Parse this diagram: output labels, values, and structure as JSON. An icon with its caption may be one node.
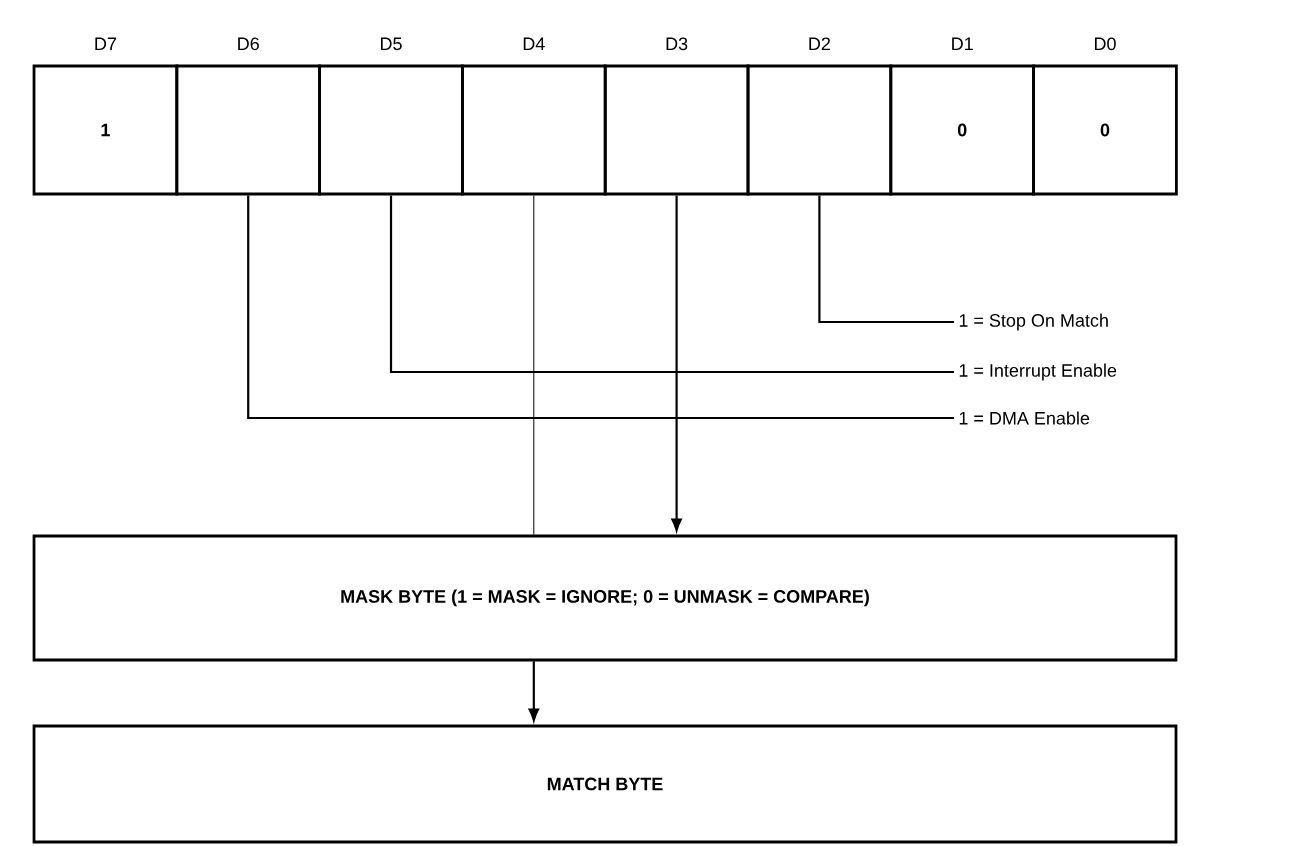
{
  "diagram": {
    "nodes": [
      {
        "text": [
          "D7",
          "1"
        ]
      },
      {
        "text": [
          "D6"
        ]
      },
      {
        "text": [
          "D5"
        ]
      },
      {
        "text": [
          "D4"
        ]
      },
      {
        "text": [
          "D3"
        ]
      },
      {
        "text": [
          "D2"
        ]
      },
      {
        "text": [
          "D1",
          "0"
        ]
      },
      {
        "text": [
          "D0",
          "0"
        ]
      },
      {
        "text": [
          "1 = Stop On Match"
        ]
      },
      {
        "text": [
          "1 = Interrupt Enable"
        ]
      },
      {
        "text": [
          "1 = DMA Enable"
        ]
      },
      {
        "text": [
          "MASK BYTE (1 = MASK = IGNORE; 0 = UNMASK = COMPARE)"
        ]
      },
      {
        "text": [
          "MATCH BYTE"
        ]
      }
    ],
    "edges": [
      {
        "from": 5,
        "to": 8,
        "arrow": "none"
      },
      {
        "from": 2,
        "to": 9,
        "arrow": "none"
      },
      {
        "from": 1,
        "to": 10,
        "arrow": "none"
      },
      {
        "from": 3,
        "to": 11,
        "arrow": "none"
      },
      {
        "from": 4,
        "to": 11,
        "arrow": "to"
      },
      {
        "from": 11,
        "to": 12,
        "arrow": "to"
      }
    ]
  }
}
